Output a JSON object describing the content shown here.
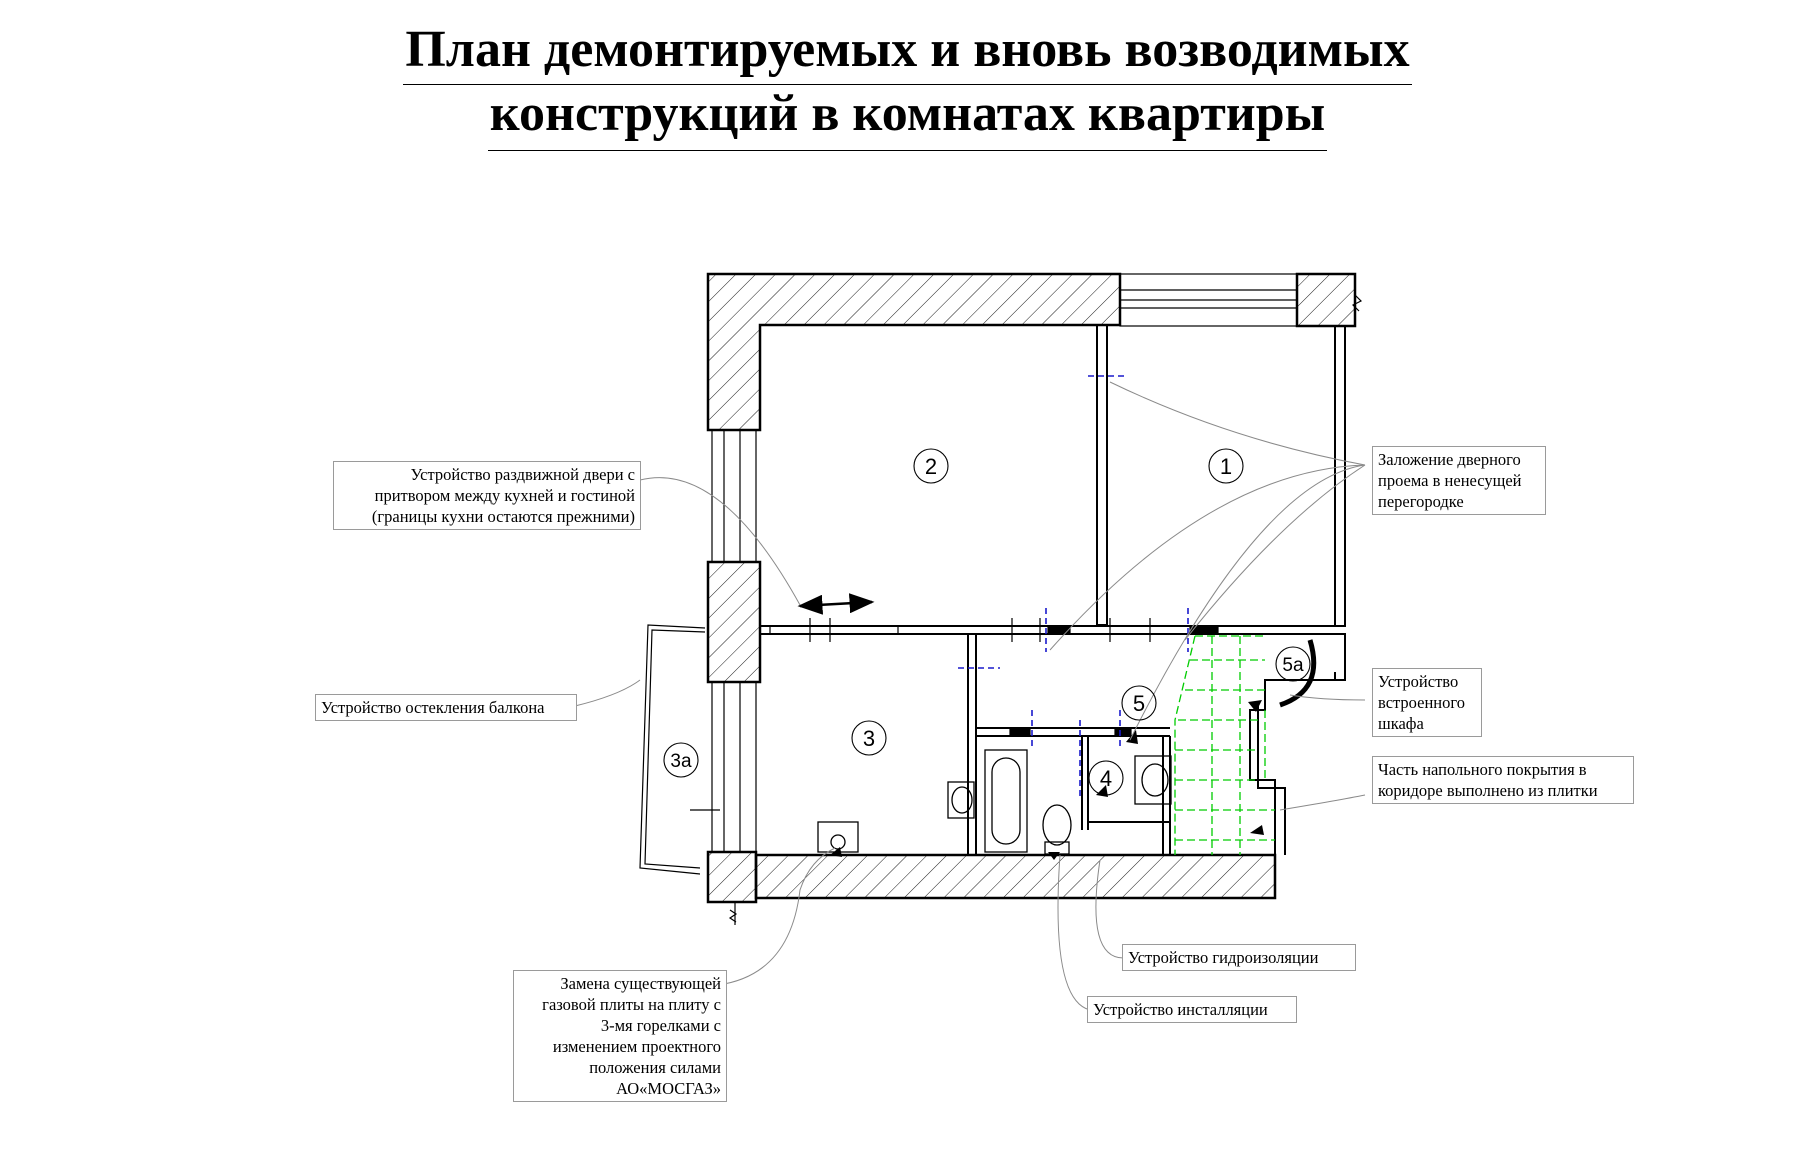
{
  "title": {
    "line1": "План демонтируемых и вновь возводимых",
    "line2": "конструкций в комнатах квартиры"
  },
  "rooms": [
    {
      "id": "room-1",
      "label": "1"
    },
    {
      "id": "room-2",
      "label": "2"
    },
    {
      "id": "room-3",
      "label": "3"
    },
    {
      "id": "room-3a",
      "label": "3a"
    },
    {
      "id": "room-4",
      "label": "4"
    },
    {
      "id": "room-5",
      "label": "5"
    },
    {
      "id": "room-5a",
      "label": "5a"
    }
  ],
  "notes": {
    "sliding_door": [
      "Устройство раздвижной двери с",
      "притвором между кухней и гостиной",
      "(границы кухни остаются прежними)"
    ],
    "balcony_glazing": [
      "Устройство остекления балкона"
    ],
    "gas_stove": [
      "Замена существующей",
      "газовой плиты на плиту с",
      "3-мя горелками с",
      "изменением проектного",
      "положения силами",
      "АО«МОСГАЗ»"
    ],
    "door_closing": [
      "Заложение дверного",
      "проема в ненесущей",
      "перегородке"
    ],
    "built_in_wardrobe": [
      "Устройство",
      "встроенного",
      "шкафа"
    ],
    "tile_floor": [
      "Часть напольного покрытия в",
      "коридоре выполнено из плитки"
    ],
    "waterproofing": [
      "Устройство гидроизоляции"
    ],
    "installation": [
      "Устройство инсталляции"
    ]
  },
  "colors": {
    "wall_line": "#000000",
    "leader_line": "#8a8a8a",
    "tile_grid": "#00cc00",
    "demolition_marks": "#1a1acc"
  }
}
